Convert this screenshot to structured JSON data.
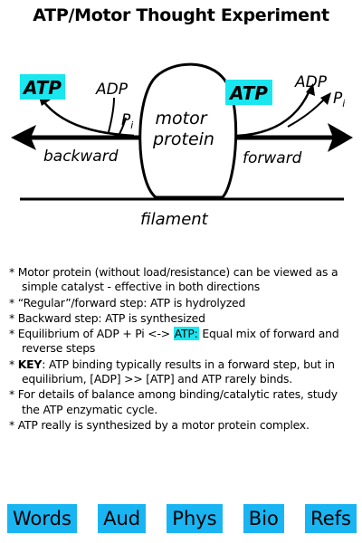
{
  "title": "ATP/Motor Thought Experiment",
  "diagram": {
    "atp_left": "ATP",
    "atp_right": "ATP",
    "adp_left": "ADP",
    "pi_left": "P",
    "pi_left_sub": "i",
    "adp_right": "ADP",
    "pi_right": "P",
    "pi_right_sub": "i",
    "motor_line1": "motor",
    "motor_line2": "protein",
    "backward": "backward",
    "forward": "forward",
    "filament": "filament",
    "highlight_color": "#19e6ef"
  },
  "notes": {
    "n1": "Motor protein (without load/resistance) can be viewed as a simple catalyst - effective in both directions",
    "n2": "“Regular”/forward step: ATP is hydrolyzed",
    "n3": "Backward step: ATP is synthesized",
    "n4_pre": "Equilibrium of ADP + Pi <-> ",
    "n4_hl": "ATP:",
    "n4_post": " Equal mix of forward and reverse steps",
    "n5_key": "KEY",
    "n5_rest": ": ATP binding typically results in a forward step, but in equilibrium, [ADP] >> [ATP] and ATP rarely binds.",
    "n6": "For details of balance among binding/catalytic rates, study the ATP enzymatic cycle.",
    "n7": "ATP really is synthesized by a motor protein complex."
  },
  "nav": {
    "words": "Words",
    "aud": "Aud",
    "phys": "Phys",
    "bio": "Bio",
    "refs": "Refs",
    "button_color": "#19b5f3"
  }
}
